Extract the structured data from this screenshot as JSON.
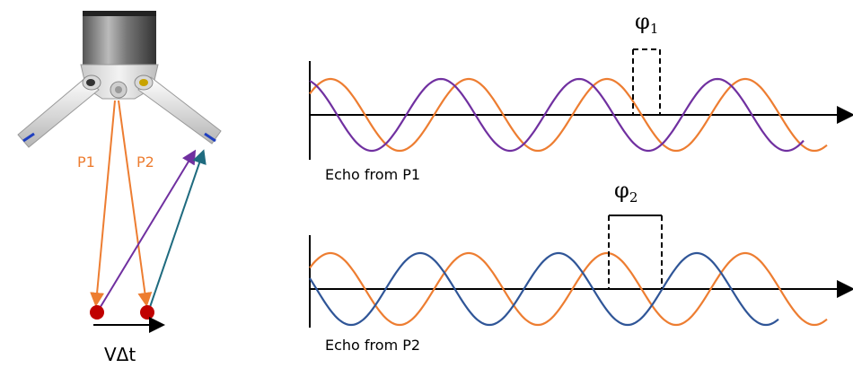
{
  "probe": {
    "p1_label": "P1",
    "p2_label": "P2",
    "displacement_label": "VΔt"
  },
  "panel_top": {
    "caption": "Echo from P1",
    "phase_symbol": "φ",
    "phase_subscript": "1"
  },
  "panel_bottom": {
    "caption": "Echo from P2",
    "phase_symbol": "φ",
    "phase_subscript": "2"
  },
  "colors": {
    "orange": "#ED7D31",
    "purple": "#7030A0",
    "blue": "#2F5597",
    "teal": "#1F6B7F",
    "red_dot": "#C00000",
    "axis": "#000000"
  }
}
